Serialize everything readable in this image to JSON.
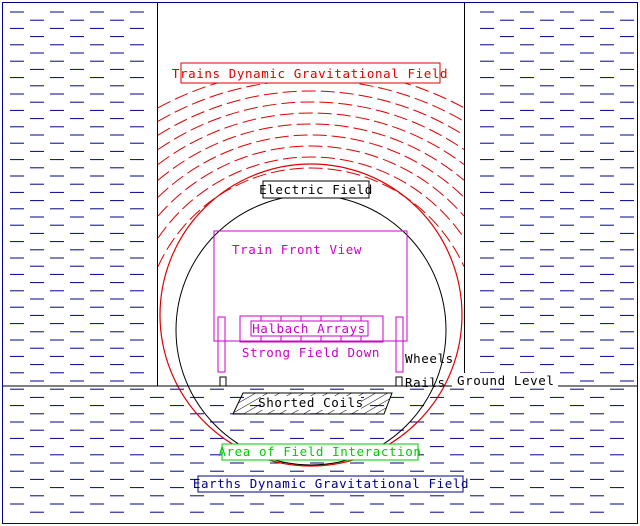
{
  "labels": {
    "trains_field": "Trains Dynamic Gravitational Field",
    "electric_field": "Electric Field",
    "train_front_view": "Train Front View",
    "halbach_arrays": "Halbach Arrays",
    "strong_field_down": "Strong Field Down",
    "wheels": "Wheels",
    "rails": "Rails",
    "ground_level": "Ground Level",
    "shorted_coils": "Shorted Coils",
    "area_of_interaction": "Area of Field Interaction",
    "earths_field": "Earths Dynamic Gravitational Field"
  },
  "colors": {
    "earth_field": "#00008b",
    "train_field": "#e00000",
    "electric_field": "#000000",
    "train": "#cc00cc",
    "interaction": "#00cc00",
    "ground": "#000000"
  }
}
